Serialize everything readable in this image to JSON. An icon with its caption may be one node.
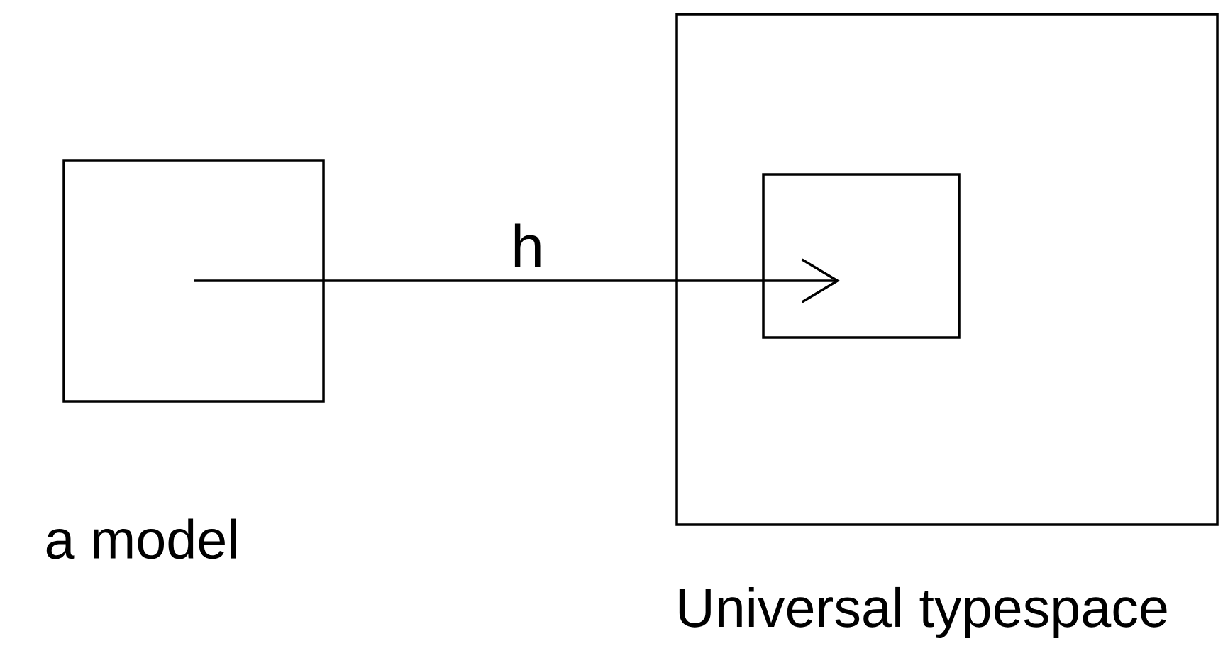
{
  "diagram": {
    "nodes": [
      {
        "text": [
          "a model"
        ]
      },
      {
        "text": [
          "Universal typespace"
        ]
      },
      {
        "text": [],
        "shape": "box",
        "in": 1
      }
    ],
    "edges": [
      {
        "from": 0,
        "to": 2,
        "arrow": "to",
        "label": "h"
      }
    ]
  }
}
